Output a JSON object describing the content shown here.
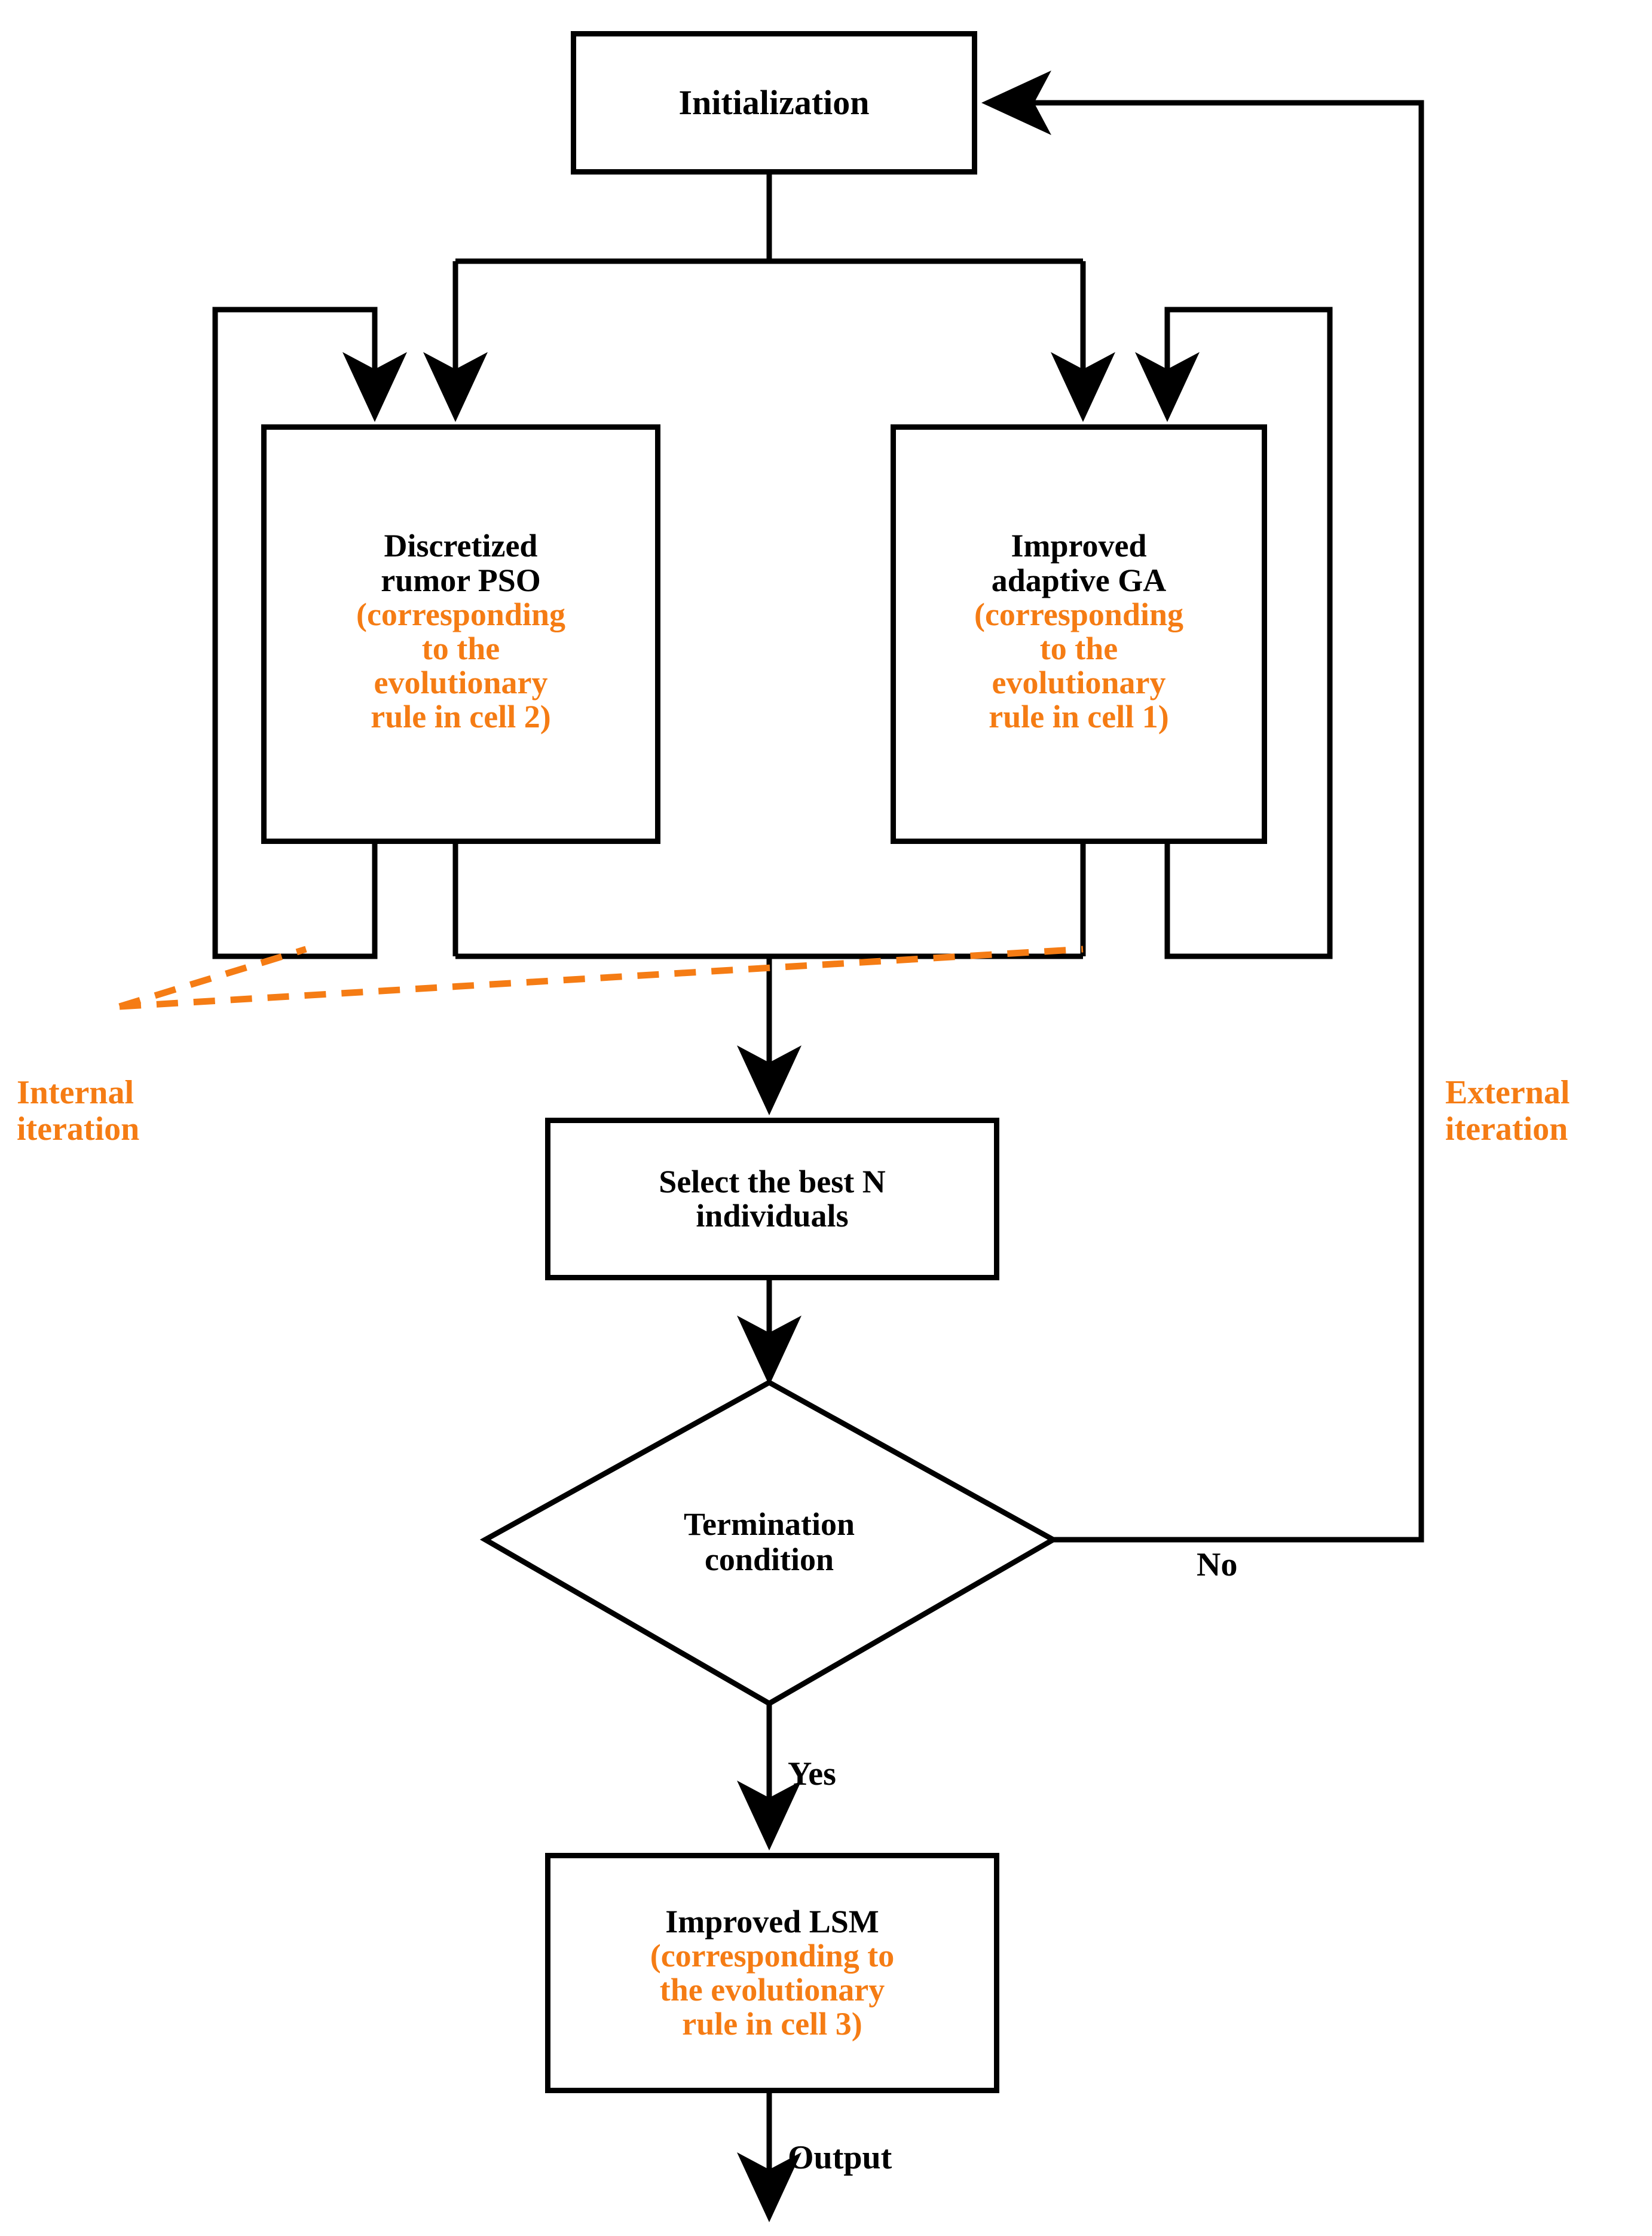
{
  "diagram": {
    "title": "Hybrid evolutionary algorithm flowchart",
    "colors": {
      "stroke": "#000000",
      "accent": "#F57C14",
      "background": "#FFFFFF"
    }
  },
  "nodes": {
    "initialization": {
      "label": "Initialization"
    },
    "pso": {
      "line1": "Discretized",
      "line2": "rumor PSO",
      "note1": "(corresponding",
      "note2": "to the",
      "note3": "evolutionary",
      "note4": "rule in cell 2)"
    },
    "ga": {
      "line1": "Improved",
      "line2": "adaptive GA",
      "note1": "(corresponding",
      "note2": "to the",
      "note3": "evolutionary",
      "note4": "rule in cell 1)"
    },
    "select": {
      "line1": "Select the best N",
      "line2": "individuals"
    },
    "termination": {
      "line1": "Termination",
      "line2": "condition"
    },
    "lsm": {
      "line1": "Improved LSM",
      "note1": "(corresponding to",
      "note2": "the evolutionary",
      "note3": "rule in cell 3)"
    }
  },
  "edge_labels": {
    "no": "No",
    "yes": "Yes",
    "output": "Output"
  },
  "annotations": {
    "internal_iteration": "Internal\niteration",
    "external_iteration": "External\niteration"
  }
}
